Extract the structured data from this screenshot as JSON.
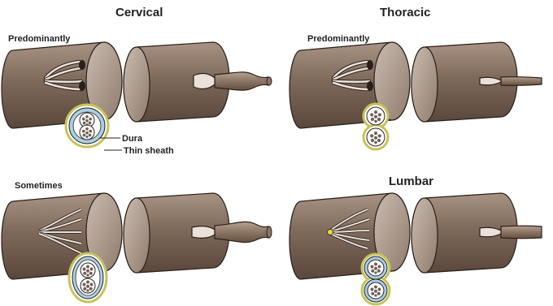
{
  "panels": {
    "cervical": {
      "title": "Cervical",
      "label": "Predominantly"
    },
    "cervical_alt": {
      "label": "Sometimes"
    },
    "thoracic": {
      "title": "Thoracic",
      "label": "Predominantly"
    },
    "lumbar": {
      "title": "Lumbar"
    }
  },
  "callouts": {
    "dura": "Dura",
    "thin_sheath": "Thin sheath"
  },
  "colors": {
    "cylinder_body": "#8a7565",
    "cylinder_light": "#c4b3a6",
    "cylinder_dark": "#5b483c",
    "dura_ring": "#a9cfe4",
    "sheath_ring": "#c5c35a",
    "fascicle": "#6e5f55",
    "highlight": "#e8d63a"
  }
}
